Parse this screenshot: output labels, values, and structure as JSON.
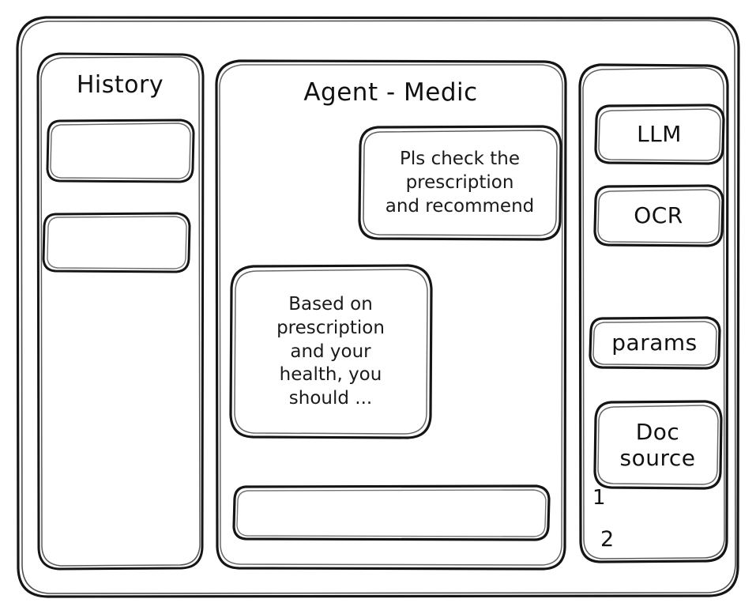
{
  "app": {
    "frame_label": "app-window",
    "stroke_color": "#151515",
    "background_color": "#ffffff"
  },
  "history": {
    "title": "History",
    "items": [
      {
        "label": "",
        "name": "history-item-1"
      },
      {
        "label": "",
        "name": "history-item-2"
      }
    ]
  },
  "agent": {
    "title": "Agent - Medic",
    "messages": [
      {
        "role": "user",
        "lines": [
          "Pls check the",
          "prescription",
          "and recommend"
        ]
      },
      {
        "role": "assistant",
        "lines": [
          "Based on",
          "prescription",
          "and your",
          "health, you",
          "should ..."
        ]
      }
    ],
    "composer": {
      "value": "",
      "placeholder": ""
    }
  },
  "tools": {
    "buttons": [
      {
        "label": "LLM"
      },
      {
        "label": "OCR"
      },
      {
        "label": "params"
      },
      {
        "label": "Doc\nsource"
      }
    ],
    "doc_sources": [
      "1",
      "2"
    ]
  }
}
